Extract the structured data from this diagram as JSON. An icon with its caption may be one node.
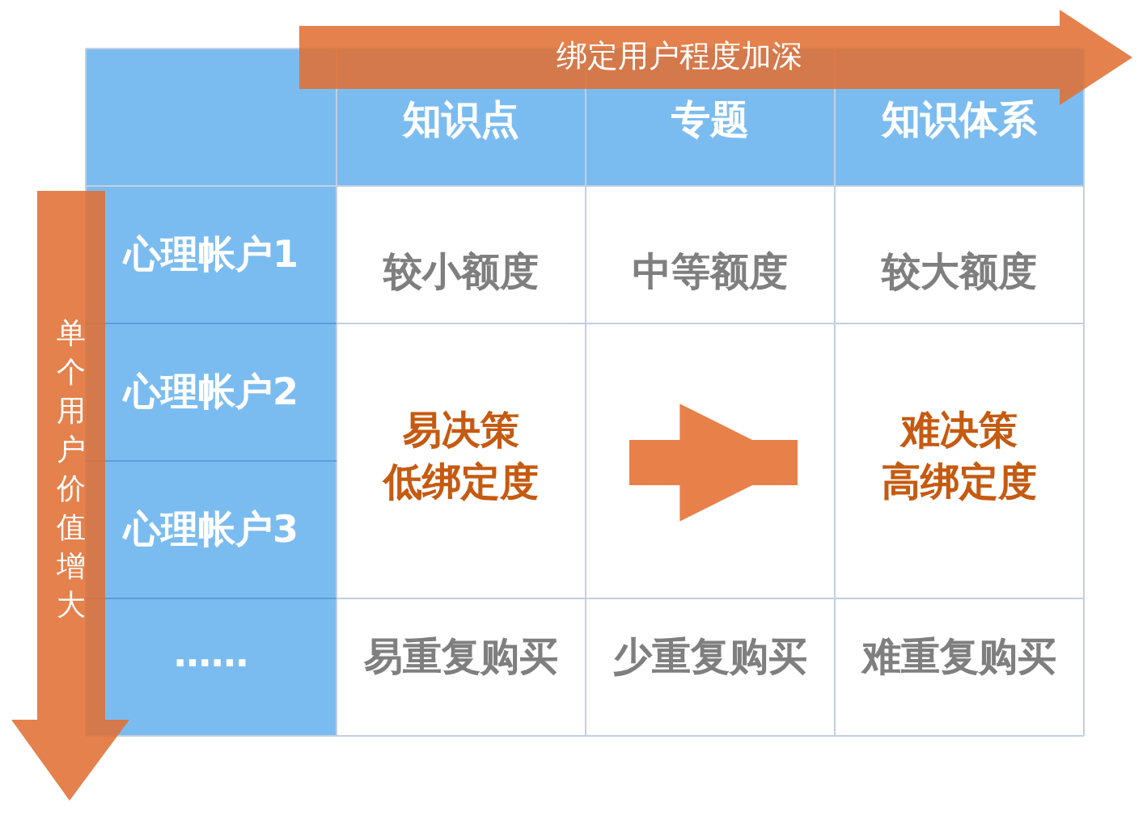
{
  "diagram": {
    "nodes": [
      {
        "text": [
          "易决策",
          "低绑定度"
        ]
      },
      {
        "text": [
          "难决策",
          "高绑定度"
        ]
      }
    ],
    "edges": [
      {
        "from": 0,
        "to": 1,
        "arrow": "to"
      }
    ],
    "labels": [
      "绑定用户程度加深",
      "知识点",
      "专题",
      "知识体系",
      "单个用户价值增大",
      "心理帐户1",
      "较小额度",
      "中等额度",
      "较大额度",
      "心理帐户2",
      "心理帐户3",
      "……",
      "易重复购买",
      "少重复购买",
      "难重复购买"
    ]
  }
}
